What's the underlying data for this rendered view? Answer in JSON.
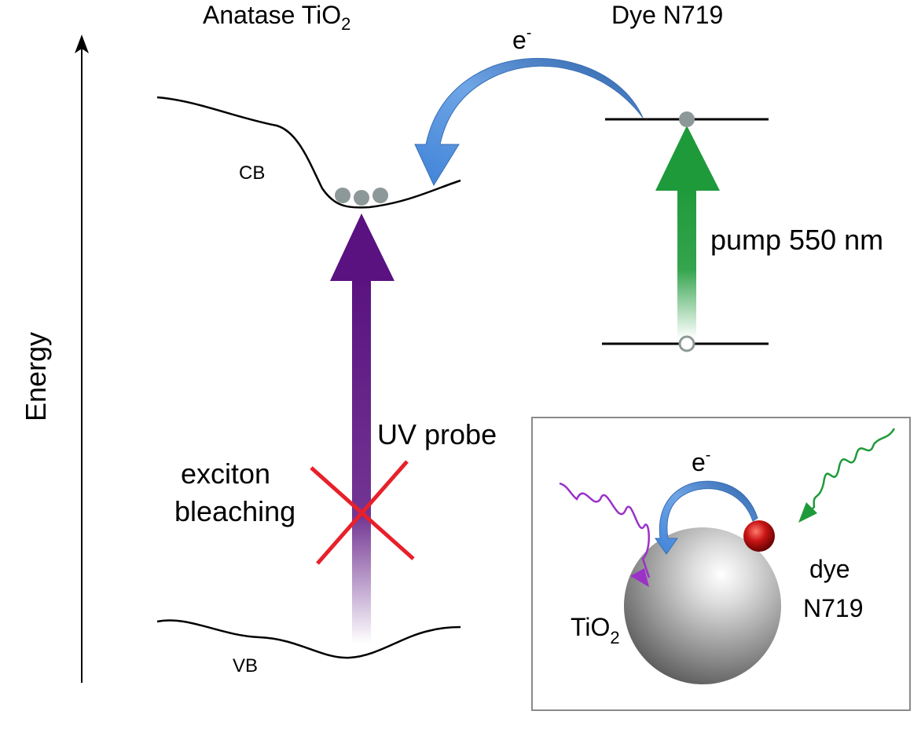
{
  "axis": {
    "label": "Energy"
  },
  "tio2": {
    "title_main": "Anatase TiO",
    "title_sub": "2",
    "cb_label": "CB",
    "vb_label": "VB"
  },
  "dye": {
    "title": "Dye N719"
  },
  "transfer": {
    "electron_main": "e",
    "electron_sup": "-"
  },
  "pump": {
    "label": "pump 550 nm",
    "color": "#1e9a3a"
  },
  "probe": {
    "label": "UV probe",
    "color": "#5a1280",
    "bleach_line1": "exciton",
    "bleach_line2": "bleaching",
    "cross_color": "#e8202a"
  },
  "inset": {
    "electron_main": "e",
    "electron_sup": "-",
    "tio2_main": "TiO",
    "tio2_sub": "2",
    "dye_line1": "dye",
    "dye_line2": "N719"
  }
}
